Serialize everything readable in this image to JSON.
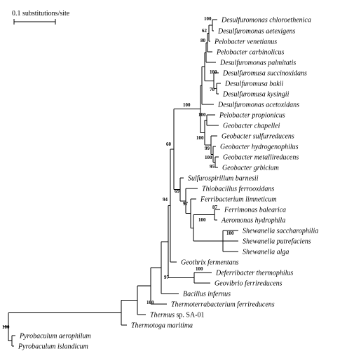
{
  "scale_bar": {
    "label": "0.1 substitutions/site"
  },
  "taxa": [
    {
      "id": "chl",
      "name": "Desulfuromonas chloroethenica"
    },
    {
      "id": "aet",
      "name": "Desulfuromonas aetexigens"
    },
    {
      "id": "ven",
      "name": "Pelobacter venetianus"
    },
    {
      "id": "car",
      "name": "Pelobacter carbinolicus"
    },
    {
      "id": "pal",
      "name": "Desulfuromonas palmitatis"
    },
    {
      "id": "suc",
      "name": "Desulfuromusa succinoxidans"
    },
    {
      "id": "bak",
      "name": "Desulfuromusa bakii"
    },
    {
      "id": "kys",
      "name": "Desulfuromusa kysingii"
    },
    {
      "id": "ace",
      "name": "Desulfuromonas acetoxidans"
    },
    {
      "id": "pro",
      "name": "Pelobacter propionicus"
    },
    {
      "id": "cha",
      "name": "Geobacter chapellei"
    },
    {
      "id": "sul",
      "name": "Geobacter sulfurreducens"
    },
    {
      "id": "hyd",
      "name": "Geobacter hydrogenophilus"
    },
    {
      "id": "met",
      "name": "Geobacter metallireducens"
    },
    {
      "id": "grb",
      "name": "Geobacter grbicium"
    },
    {
      "id": "bar",
      "name": "Sulfurospirillum barnesii"
    },
    {
      "id": "thb",
      "name": "Thiobacillus ferrooxidans"
    },
    {
      "id": "fel",
      "name": "Ferribacterium limneticum"
    },
    {
      "id": "fmb",
      "name": "Ferrimonas balearica"
    },
    {
      "id": "aer",
      "name": "Aeromonas hydrophila"
    },
    {
      "id": "sac",
      "name": "Shewanella saccharophilia"
    },
    {
      "id": "put",
      "name": "Shewanella putrefaciens"
    },
    {
      "id": "alg",
      "name": "Shewanella alga"
    },
    {
      "id": "geo",
      "name": "Geothrix fermentans"
    },
    {
      "id": "def",
      "name": "Deferribacter thermophilus"
    },
    {
      "id": "gvf",
      "name": "Geovibrio ferrireducens"
    },
    {
      "id": "bac",
      "name": "Bacillus infernus"
    },
    {
      "id": "tbf",
      "name": "Thermoterrabacterium ferrireducens"
    },
    {
      "id": "ths",
      "name": "Thermus sp. SA-01"
    },
    {
      "id": "tmm",
      "name": "Thermotoga maritima"
    },
    {
      "id": "pya",
      "name": "Pyrobaculum aerophilum"
    },
    {
      "id": "pyi",
      "name": "Pyrobaculum islandicum"
    }
  ],
  "bootstrap": [
    {
      "id": "b_chl",
      "value": "100"
    },
    {
      "id": "b_aet",
      "value": "62"
    },
    {
      "id": "b_ven",
      "value": "80"
    },
    {
      "id": "b_suc",
      "value": "100"
    },
    {
      "id": "b_kys",
      "value": "70"
    },
    {
      "id": "b_main",
      "value": "100"
    },
    {
      "id": "b_pro",
      "value": "100"
    },
    {
      "id": "b_geo",
      "value": "100"
    },
    {
      "id": "b_hyd",
      "value": "99"
    },
    {
      "id": "b_met",
      "value": "100"
    },
    {
      "id": "b_grb",
      "value": "95"
    },
    {
      "id": "b_60",
      "value": "60"
    },
    {
      "id": "b_69",
      "value": "69"
    },
    {
      "id": "b_97a",
      "value": "97"
    },
    {
      "id": "b_87",
      "value": "87"
    },
    {
      "id": "b_she",
      "value": "100"
    },
    {
      "id": "b_fmb",
      "value": "100"
    },
    {
      "id": "b_94",
      "value": "94"
    },
    {
      "id": "b_def",
      "value": "100"
    },
    {
      "id": "b_97b",
      "value": "97"
    },
    {
      "id": "b_tbf",
      "value": "100"
    },
    {
      "id": "b_root",
      "value": "100"
    }
  ]
}
